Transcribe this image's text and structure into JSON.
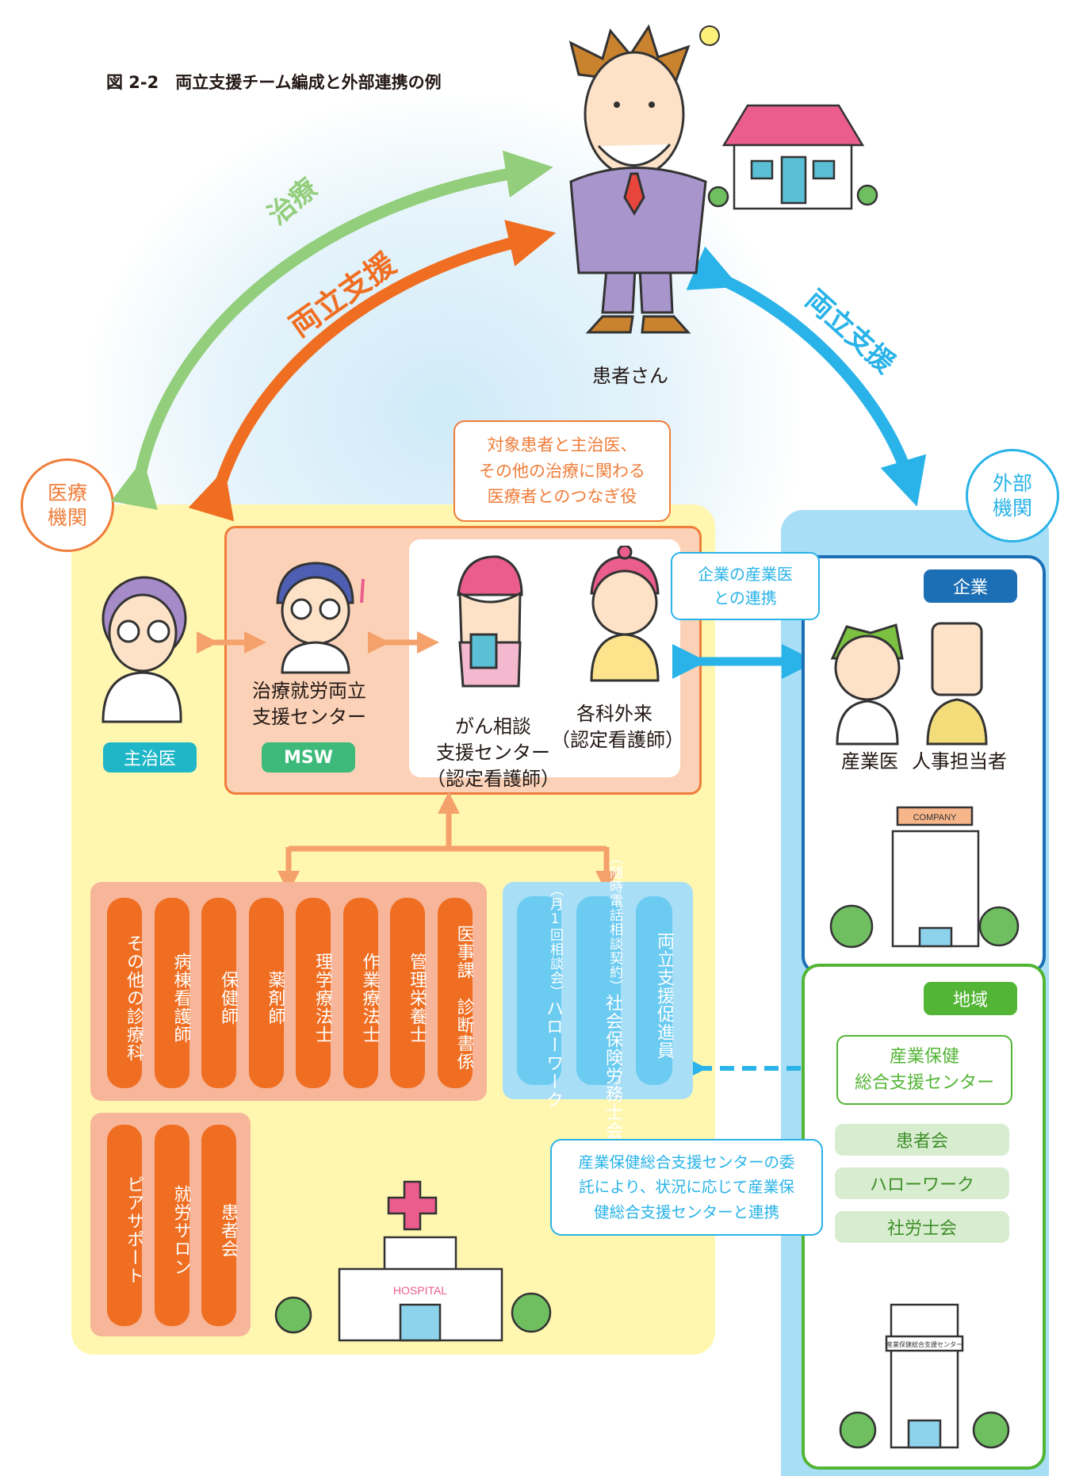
{
  "figure_title": "図 2-2　両立支援チーム編成と外部連携の例",
  "patient": {
    "label": "患者さん"
  },
  "arrows": {
    "treatment": "治療",
    "support_left": "両立支援",
    "support_right": "両立支援"
  },
  "medical": {
    "circle": "医療\n機関",
    "callout": "対象患者と主治医、\nその他の治療に関わる\n医療者とのつなぎ役",
    "chief_doctor_tag": "主治医",
    "msw_label": "治療就労両立\n支援センター",
    "msw_tag": "MSW",
    "gan_label": "がん相談\n支援センター\n（認定看護師）",
    "kakka_label": "各科外来\n（認定看護師）",
    "staff": [
      "その他の診療科",
      "病棟看護師",
      "保健師",
      "薬剤師",
      "理学療法士",
      "作業療法士",
      "管理栄養士",
      "医事課　診断書係"
    ],
    "peers": [
      "ピアサポート",
      "就労サロン",
      "患者会"
    ],
    "support": [
      {
        "main": "ハローワーク",
        "sub": "（月1回相談会）"
      },
      {
        "main": "社会保険労務士会",
        "sub": "（随時電話相談契約）"
      },
      {
        "main": "両立支援促進員",
        "sub": ""
      }
    ],
    "hospital_sign": "HOSPITAL"
  },
  "external": {
    "circle": "外部\n機関",
    "company_callout": "企業の産業医\nとの連携",
    "company_tag": "企業",
    "sangyoi": "産業医",
    "jinji": "人事担当者",
    "company_sign": "COMPANY",
    "region_tag": "地域",
    "sanpo_center": "産業保健\n総合支援センター",
    "region_items": [
      "患者会",
      "ハローワーク",
      "社労士会"
    ],
    "sanpo_callout": "産業保健総合支援センターの委\n託により、状況に応じて産業保\n健総合支援センターと連携",
    "sanpo_sign": "産業保健総合支援センター"
  },
  "colors": {
    "orange": "#ef7d3a",
    "green_arrow": "#93ce7c",
    "blue": "#29b3e8",
    "company_blue": "#1c6fb5",
    "region_green": "#53b535",
    "medical_bg": "#fff7b0"
  }
}
